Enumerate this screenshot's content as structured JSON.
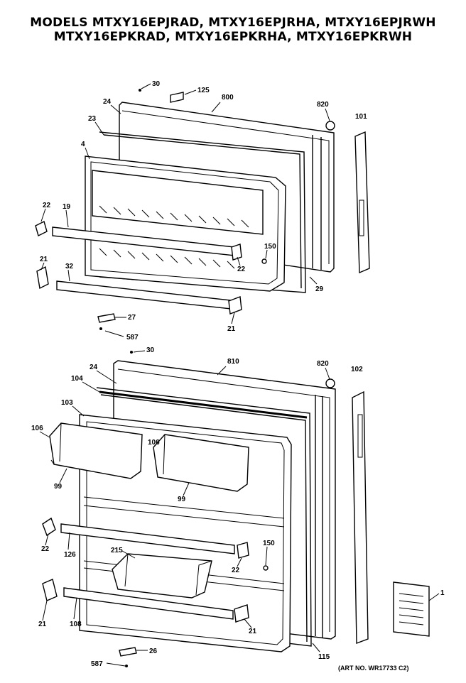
{
  "title": {
    "line1": "MODELS MTXY16EPJRAD, MTXY16EPJRHA, MTXY16EPJRWH",
    "line2": "MTXY16EPKRAD, MTXY16EPKRHA, MTXY16EPKRWH"
  },
  "art_number": "(ART NO. WR17733 C2)",
  "freezer_door_callouts": {
    "c30": "30",
    "c125": "125",
    "c800": "800",
    "c820": "820",
    "c101": "101",
    "c24": "24",
    "c23": "23",
    "c4": "4",
    "c22a": "22",
    "c19": "19",
    "c150": "150",
    "c21a": "21",
    "c32": "32",
    "c22b": "22",
    "c29": "29",
    "c27": "27",
    "c587": "587",
    "c21b": "21"
  },
  "fresh_food_door_callouts": {
    "c30": "30",
    "c810": "810",
    "c820": "820",
    "c102": "102",
    "c24": "24",
    "c104": "104",
    "c103": "103",
    "c106a": "106",
    "c106b": "106",
    "c99a": "99",
    "c99b": "99",
    "c22a": "22",
    "c126": "126",
    "c215": "215",
    "c150": "150",
    "c22b": "22",
    "c21a": "21",
    "c108": "108",
    "c21b": "21",
    "c115": "115",
    "c1": "1",
    "c587": "587",
    "c26": "26"
  }
}
